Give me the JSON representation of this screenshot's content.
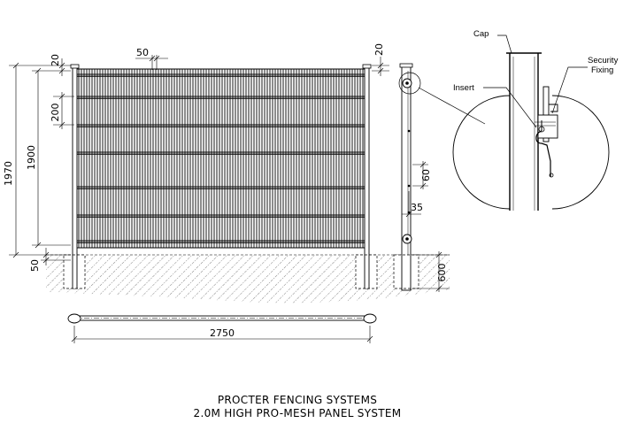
{
  "dimensions": {
    "post_top_left": "20",
    "post_top_right": "20",
    "wire_spacing_horizontal": "50",
    "wire_spacing_vertical": "200",
    "overall_height": "1970",
    "panel_height": "1900",
    "ground_clearance": "50",
    "section_height_upper": "60",
    "section_height_lower": "35",
    "embedment_depth": "600",
    "panel_width": "2750"
  },
  "detail_labels": {
    "cap": "Cap",
    "insert": "Insert",
    "security_line1": "Security",
    "security_line2": "Fixing"
  },
  "title": {
    "line1": "PROCTER FENCING SYSTEMS",
    "line2": "2.0M HIGH PRO-MESH PANEL SYSTEM"
  }
}
